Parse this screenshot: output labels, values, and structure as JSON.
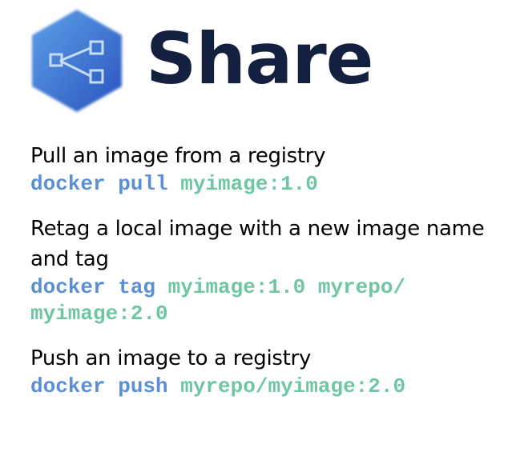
{
  "colors": {
    "title": "#14203f",
    "command_keyword": "#5a8fd6",
    "command_argument": "#6ec7a2",
    "icon_gradient_light": "#4f91e0",
    "icon_gradient_dark": "#2d5cc4"
  },
  "header": {
    "icon": "share-icon",
    "title": "Share"
  },
  "sections": [
    {
      "description": "Pull an image from a registry",
      "command_keyword": "docker pull",
      "command_args": "myimage:1.0"
    },
    {
      "description": "Retag a local image with a new image name and tag",
      "command_keyword": "docker tag",
      "command_args": "myimage:1.0 myrepo/\nmyimage:2.0"
    },
    {
      "description": "Push an image to a registry",
      "command_keyword": "docker push",
      "command_args": "myrepo/myimage:2.0"
    }
  ]
}
